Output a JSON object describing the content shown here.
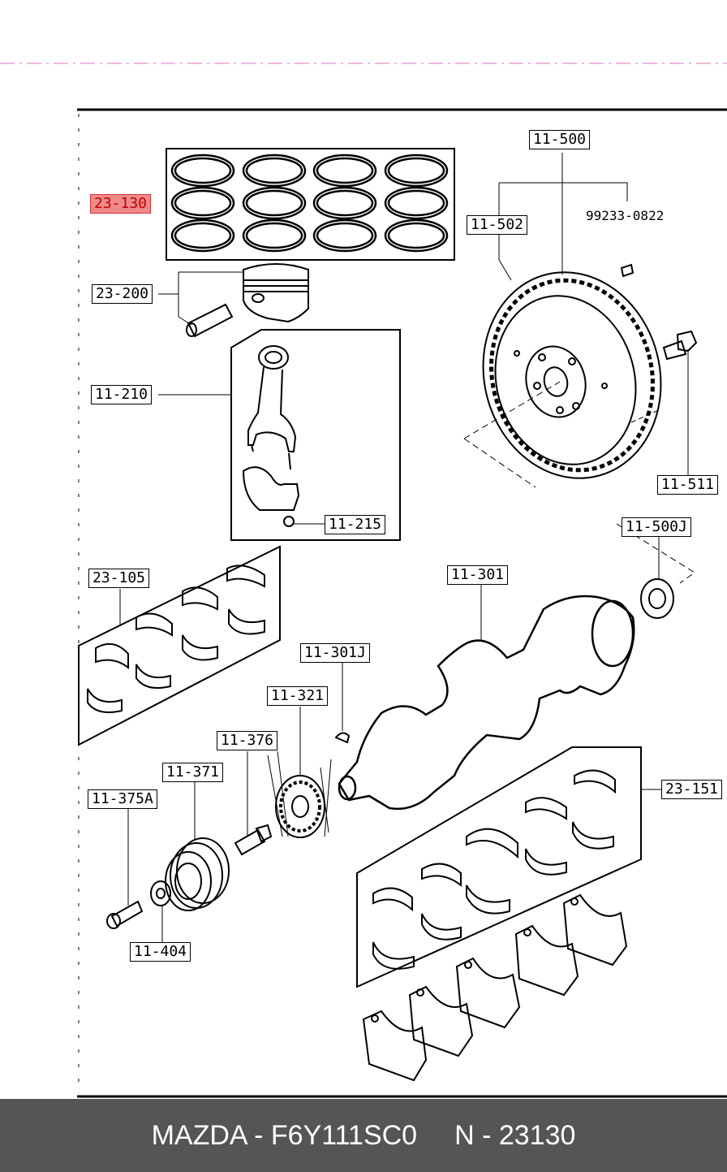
{
  "callouts": {
    "c_23_130": "23-130",
    "c_23_200": "23-200",
    "c_11_210": "11-210",
    "c_11_215": "11-215",
    "c_23_105": "23-105",
    "c_11_500": "11-500",
    "c_11_502": "11-502",
    "c_99233": "99233-0822",
    "c_11_511": "11-511",
    "c_11_500j": "11-500J",
    "c_11_301": "11-301",
    "c_11_301j": "11-301J",
    "c_11_321": "11-321",
    "c_11_376": "11-376",
    "c_11_371": "11-371",
    "c_11_375a": "11-375A",
    "c_11_404": "11-404",
    "c_23_151": "23-151"
  },
  "highlighted_callout": "23-130",
  "colors": {
    "highlight": "#ef8a8a",
    "footer_bg": "#555555",
    "footer_text": "#ffffff"
  },
  "footer": {
    "part": "MAZDA - F6Y111SC0",
    "ref": "N - 23130"
  }
}
